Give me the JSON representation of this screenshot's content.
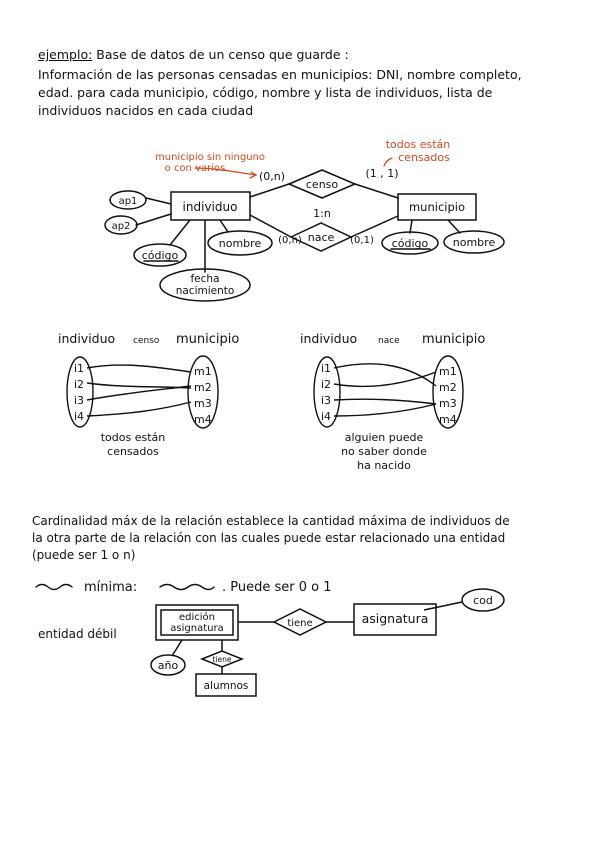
{
  "intro": {
    "heading": "ejemplo:",
    "line1_rest": "Base de datos de un censo que guarde :",
    "line2": "Información de las personas censadas en municipios: DNI, nombre completo,",
    "line3": "edad. para cada municipio, código, nombre y lista de individuos, lista de",
    "line4": "individuos nacidos en cada ciudad"
  },
  "er1": {
    "note_left_1": "municipio sin ninguno",
    "note_left_2": "o con varios",
    "note_right_1": "todos están",
    "note_right_2": "censados",
    "entity_individuo": "individuo",
    "entity_municipio": "municipio",
    "rel_censo": "censo",
    "rel_nace": "nace",
    "card_censo_left": "(0,n)",
    "card_censo_right": "(1 , 1)",
    "card_nace_left": "(0,n)",
    "card_nace_right": "(0,1)",
    "ratio": "1:n",
    "attr_ap1": "ap1",
    "attr_ap2": "ap2",
    "attr_codigo_ind": "código",
    "attr_nombre_ind": "nombre",
    "attr_fecha_1": "fecha",
    "attr_fecha_2": "nacimiento",
    "attr_codigo_mun": "código",
    "attr_nombre_mun": "nombre"
  },
  "mapping_censo": {
    "left_title": "individuo",
    "rel_label": "censo",
    "right_title": "municipio",
    "left_items": [
      "i1",
      "i2",
      "i3",
      "i4"
    ],
    "right_items": [
      "m1",
      "m2",
      "m3",
      "m4"
    ],
    "note_1": "todos están",
    "note_2": "censados"
  },
  "mapping_nace": {
    "left_title": "individuo",
    "rel_label": "nace",
    "right_title": "municipio",
    "left_items": [
      "i1",
      "i2",
      "i3",
      "i4"
    ],
    "right_items": [
      "m1",
      "m2",
      "m3",
      "m4"
    ],
    "note_1": "alguien puede",
    "note_2": "no saber donde",
    "note_3": "ha nacido"
  },
  "cardinality": {
    "line1": "Cardinalidad máx de la relación establece la cantidad máxima de individuos de",
    "line2": "la otra parte de la relación con las cuales puede estar relacionado una entidad",
    "line3": "(puede ser 1 o n)",
    "min_label": "mínima:",
    "min_rest": ". Puede ser 0 o 1"
  },
  "er2": {
    "weak_label": "entidad débil",
    "weak_entity_1": "edición",
    "weak_entity_2": "asignatura",
    "rel_tiene": "tiene",
    "entity_asignatura": "asignatura",
    "attr_cod": "cod",
    "attr_anio": "año",
    "rel_tiene_small": "tiene",
    "entity_alumnos": "alumnos"
  },
  "colors": {
    "ink": "#111111",
    "accent": "#d14a1f"
  }
}
